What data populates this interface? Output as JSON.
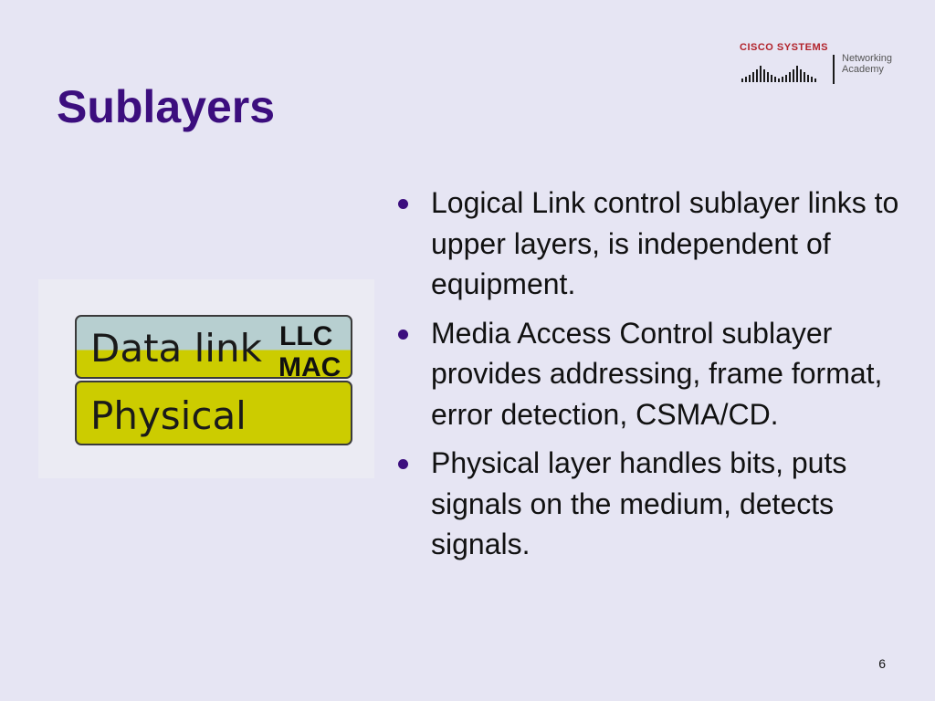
{
  "slide": {
    "title": "Sublayers",
    "page_number": "6"
  },
  "logo": {
    "brand": "CISCO SYSTEMS",
    "line1": "Networking",
    "line2": "Academy",
    "brand_color": "#b2222a"
  },
  "diagram": {
    "datalink_label": "Data link",
    "physical_label": "Physical",
    "llc_label": "LLC",
    "mac_label": "MAC",
    "layer_color": "#cccc00",
    "upper_color": "#b7cfd0"
  },
  "bullets": [
    {
      "text": "Logical Link control sublayer links to upper layers, is independent of equipment."
    },
    {
      "text": "Media Access Control sublayer provides addressing, frame format, error detection, CSMA/CD."
    },
    {
      "text": "Physical layer handles bits, puts signals on the medium, detects signals."
    }
  ],
  "colors": {
    "background": "#e6e5f3",
    "title": "#3c0e7e",
    "bullet": "#3c0e7e"
  }
}
